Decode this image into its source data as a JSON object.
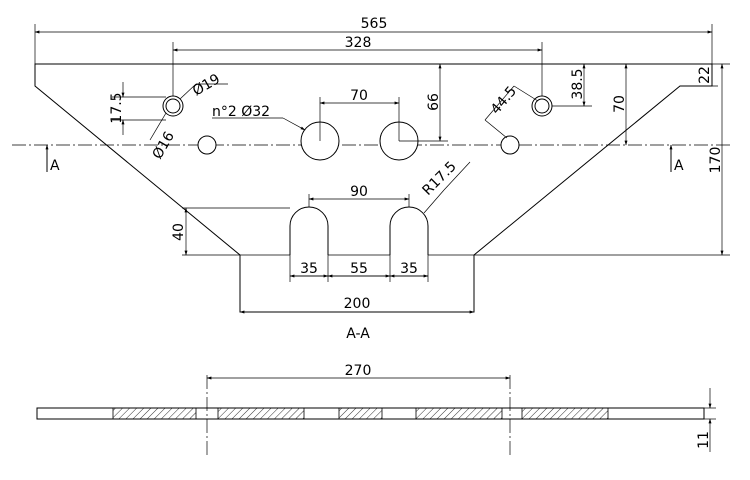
{
  "dimensions": {
    "overall_width": "565",
    "hole_spacing": "328",
    "hole_dia_top": "Ø19",
    "hole_dia_low": "Ø16",
    "hole_offset_v": "17.5",
    "bore_spec": "n°2 Ø32",
    "bore_spacing": "70",
    "bore_height": "66",
    "angle_leg": "44.5",
    "right_hole_height": "38.5",
    "center_height": "70",
    "corner_height": "22",
    "total_height": "170",
    "slot_spacing": "90",
    "slot_radius": "R17.5",
    "slot_depth": "40",
    "slot_width_left": "35",
    "slot_gap": "55",
    "slot_width_right": "35",
    "bottom_width": "200",
    "section_width": "270",
    "thickness": "11"
  },
  "section": {
    "marker_left": "A",
    "marker_right": "A",
    "label": "A-A"
  }
}
